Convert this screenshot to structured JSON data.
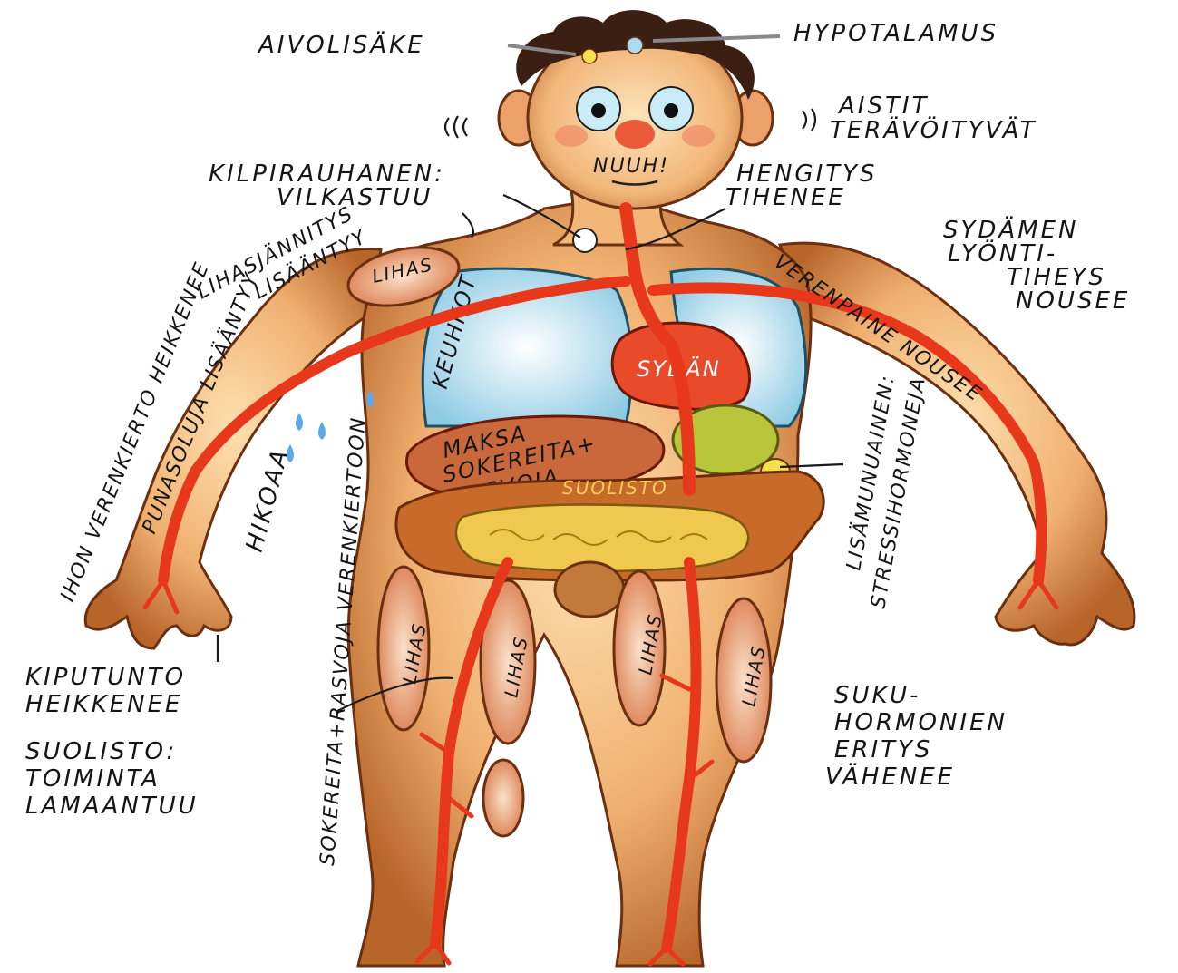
{
  "labels": {
    "aivolisake": "AIVOLISÄKE",
    "hypotalamus": "HYPOTALAMUS",
    "aistit_1": "AISTIT",
    "aistit_2": "TERÄVÖITYVÄT",
    "nuuh": "NUUH!",
    "kilpirauhanen_1": "KILPIRAUHANEN:",
    "kilpirauhanen_2": "VILKASTUU",
    "hengitys_1": "HENGITYS",
    "hengitys_2": "TIHENEE",
    "lihasjannitys_1": "LIHASJÄNNITYS",
    "lihasjannitys_2": "LISÄÄNTYY",
    "sydamen_1": "SYDÄMEN",
    "sydamen_2": "LYÖNTI-",
    "sydamen_3": "TIHEYS",
    "sydamen_4": "NOUSEE",
    "verenpaine": "VERENPAINE NOUSEE",
    "ihon_verenkierto": "IHON VERENKIERTO HEIKKENEE",
    "punasoluja": "PUNASOLUJA LISÄÄNTYY",
    "hikoaa": "HIKOAA",
    "sokereita_kierto": "SOKEREITA+RASVOJA VERENKIERTOON",
    "lisamunuainen_1": "LISÄMUNUAINEN:",
    "lisamunuainen_2": "STRESSIHORMONEJA",
    "kiputunto_1": "KIPUTUNTO",
    "kiputunto_2": "HEIKKENEE",
    "suolisto_1": "SUOLISTO:",
    "suolisto_2": "TOIMINTA",
    "suolisto_3": "LAMAANTUU",
    "suku_1": "SUKU-",
    "suku_2": "HORMONIEN",
    "suku_3": "ERITYS",
    "suku_4": "VÄHENEE"
  },
  "organs": {
    "keuhkot": "KEUHKOT",
    "sydan": "SYDÄN",
    "maksa_1": "MAKSA",
    "maksa_2": "SOKEREITA+",
    "maksa_3": "RASVOJA",
    "suolisto": "SUOLISTO",
    "lihas": "LIHAS"
  },
  "colors": {
    "skin": "#e9a866",
    "skin_dark": "#b8652a",
    "artery": "#e8381c",
    "lung": "#a9dcee",
    "heart": "#e84a2a",
    "liver": "#c9683a",
    "intestine": "#f0c850",
    "muscle": "#e6935c",
    "hair": "#3a1f12"
  }
}
